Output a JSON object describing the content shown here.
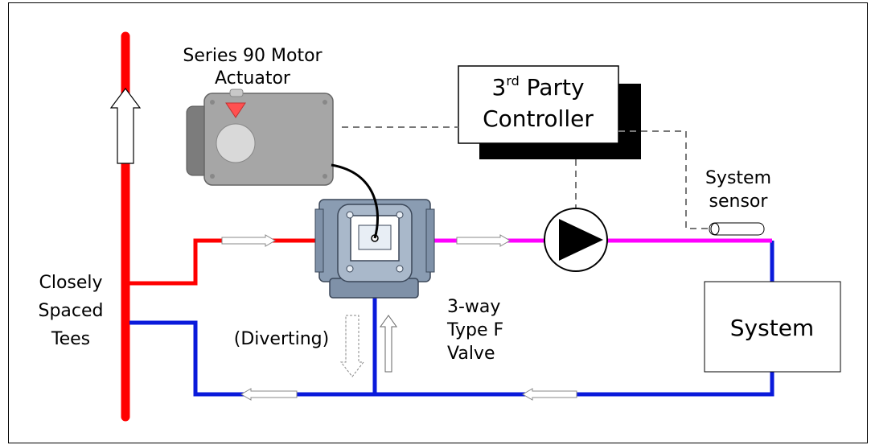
{
  "labels": {
    "actuator_line1": "Series 90 Motor",
    "actuator_line2": "Actuator",
    "controller_line1_base": "3",
    "controller_line1_sup": "rd",
    "controller_line1_rest": " Party",
    "controller_line2": "Controller",
    "sensor_line1": "System",
    "sensor_line2": "sensor",
    "tees_line1": "Closely",
    "tees_line2": "Spaced",
    "tees_line3": "Tees",
    "diverting": "(Diverting)",
    "valve_line1": "3-way",
    "valve_line2": "Type F",
    "valve_line3": "Valve",
    "system": "System"
  },
  "colors": {
    "supply": "#ff0000",
    "return": "#0a1adb",
    "mixed": "#ff00ff",
    "valve_body": "#8a9cb2",
    "actuator_body": "#a6a6a6",
    "indicator": "#ff5050",
    "control_line": "#777777"
  },
  "icons": {
    "pump": "pump-symbol",
    "valve": "three-way-valve",
    "actuator": "motor-actuator",
    "sensor": "temperature-sensor",
    "flow": "flow-arrow"
  }
}
